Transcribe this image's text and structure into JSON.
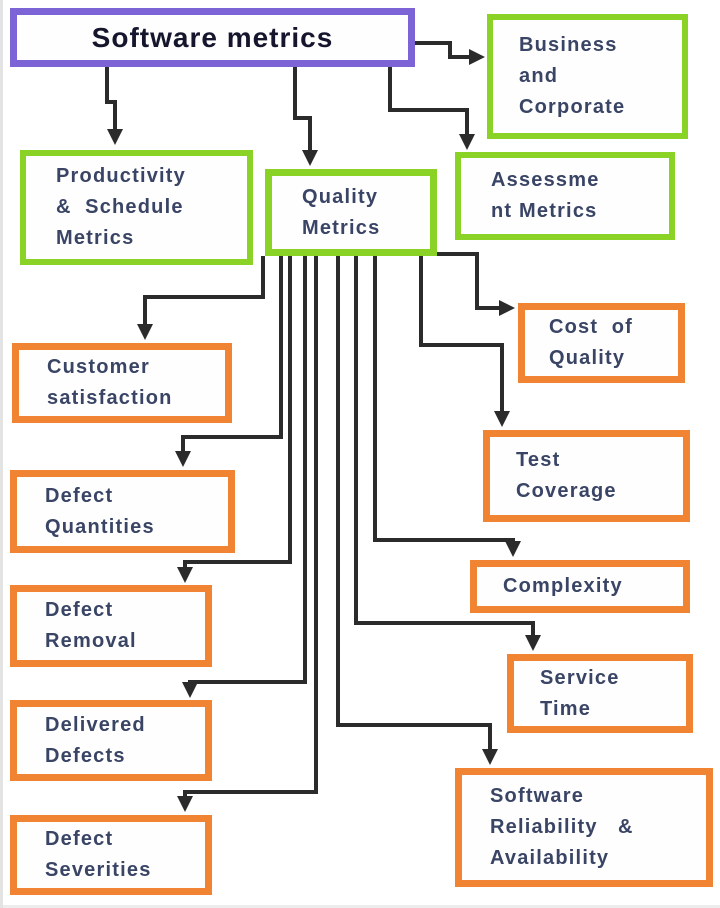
{
  "title": {
    "label": "Software metrics"
  },
  "colors": {
    "root_border": "#7c63d6",
    "level1_border": "#8ad326",
    "level2_border": "#f08433",
    "text": "#3a4566",
    "connector": "#2b2b2b"
  },
  "nodes": {
    "root": {
      "label": "Software metrics"
    },
    "business": {
      "lines": [
        "Business",
        "and",
        "Corporate"
      ]
    },
    "productivity": {
      "lines": [
        "Productivity",
        "&  Schedule",
        "Metrics"
      ]
    },
    "quality": {
      "lines": [
        "Quality",
        "Metrics"
      ]
    },
    "assessment": {
      "lines": [
        "Assessme",
        "nt Metrics"
      ]
    },
    "customer": {
      "lines": [
        "Customer",
        "satisfaction"
      ]
    },
    "quantities": {
      "lines": [
        "Defect",
        "Quantities"
      ]
    },
    "removal": {
      "lines": [
        "Defect",
        "Removal"
      ]
    },
    "delivered": {
      "lines": [
        "Delivered",
        "Defects"
      ]
    },
    "severities": {
      "lines": [
        "Defect",
        "Severities"
      ]
    },
    "cost": {
      "lines": [
        "Cost  of",
        "Quality"
      ]
    },
    "testcov": {
      "lines": [
        "Test",
        "Coverage"
      ]
    },
    "complexity": {
      "lines": [
        "Complexity"
      ]
    },
    "service": {
      "lines": [
        "Service",
        "Time"
      ]
    },
    "softrel": {
      "lines": [
        "Software",
        "Reliability   &",
        "Availability"
      ]
    }
  }
}
